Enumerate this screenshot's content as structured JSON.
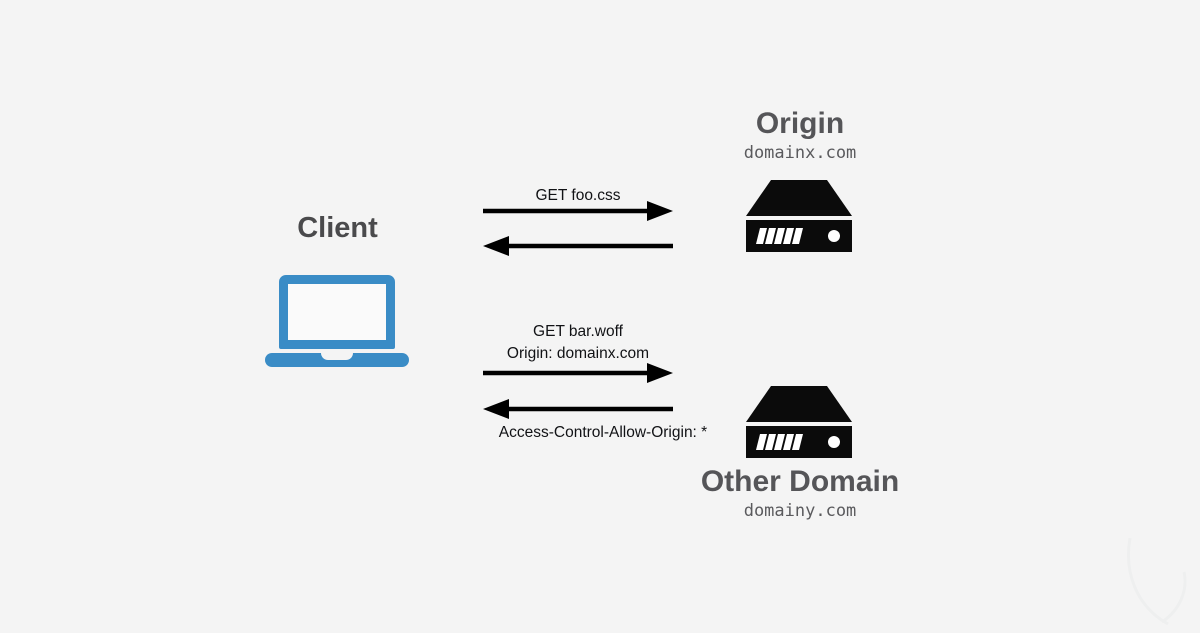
{
  "diagram": {
    "title": "CORS request flow between client, origin server and other domain",
    "background_color": "#f4f4f4",
    "accent_color": "#3a8cc6",
    "icon_color": "#0b0b0b",
    "title_color": "#555558",
    "text_color": "#111215"
  },
  "client": {
    "label": "Client",
    "icon": "laptop-icon"
  },
  "origin_server": {
    "title": "Origin",
    "domain": "domainx.com",
    "icon": "server-icon"
  },
  "other_server": {
    "title": "Other Domain",
    "domain": "domainy.com",
    "icon": "server-icon"
  },
  "exchanges": [
    {
      "name": "same-origin-request",
      "request_lines": [
        "GET foo.css"
      ],
      "request_direction": "right",
      "response_lines": [],
      "response_direction": "left"
    },
    {
      "name": "cross-origin-request",
      "request_lines": [
        "GET bar.woff",
        "Origin: domainx.com"
      ],
      "request_direction": "right",
      "response_lines": [
        "Access-Control-Allow-Origin: *"
      ],
      "response_direction": "left"
    }
  ],
  "labels": {
    "get_foo_css": "GET foo.css",
    "get_bar_woff": "GET bar.woff",
    "origin_header": "Origin: domainx.com",
    "acao_header": "Access-Control-Allow-Origin: *"
  }
}
